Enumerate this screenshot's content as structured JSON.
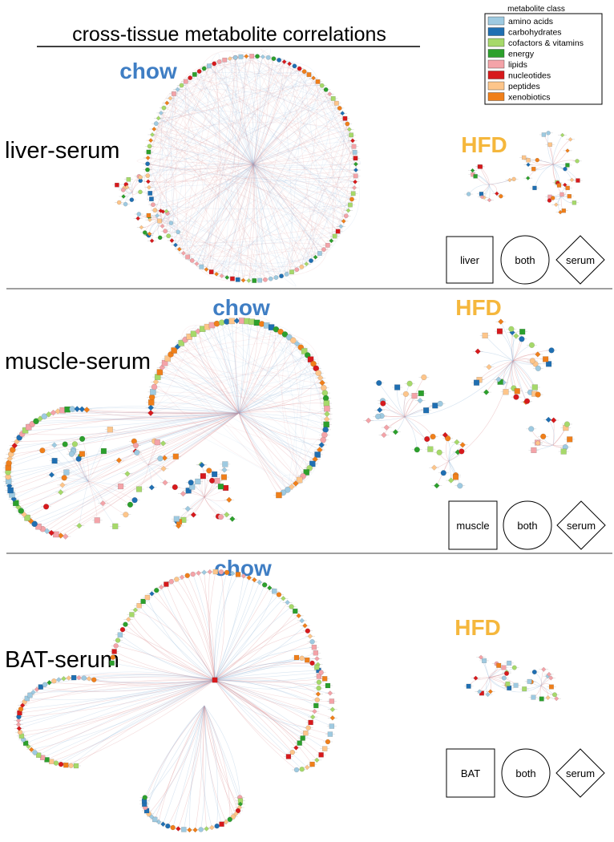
{
  "title": "cross-tissue metabolite correlations",
  "legend": {
    "title": "metabolite class",
    "classes": [
      {
        "label": "amino acids",
        "color": "#9ecae1"
      },
      {
        "label": "carbohydrates",
        "color": "#1f6fb2"
      },
      {
        "label": "cofactors & vitamins",
        "color": "#a6d96a"
      },
      {
        "label": "energy",
        "color": "#2ca02c"
      },
      {
        "label": "lipids",
        "color": "#f4a3a8"
      },
      {
        "label": "nucleotides",
        "color": "#d7191c"
      },
      {
        "label": "peptides",
        "color": "#fdc58a"
      },
      {
        "label": "xenobiotics",
        "color": "#f07f1a"
      }
    ]
  },
  "conditions": {
    "chow": "chow",
    "hfd": "HFD",
    "chow_color": "#3f7ec4",
    "hfd_color": "#f5b73c"
  },
  "edge_colors": {
    "positive": "#d9898c",
    "negative": "#8fb4d6"
  },
  "panels": [
    {
      "label": "liver-serum",
      "tissue": "liver",
      "both": "both",
      "serum": "serum"
    },
    {
      "label": "muscle-serum",
      "tissue": "muscle",
      "both": "both",
      "serum": "serum"
    },
    {
      "label": "BAT-serum",
      "tissue": "BAT",
      "both": "both",
      "serum": "serum"
    }
  ]
}
